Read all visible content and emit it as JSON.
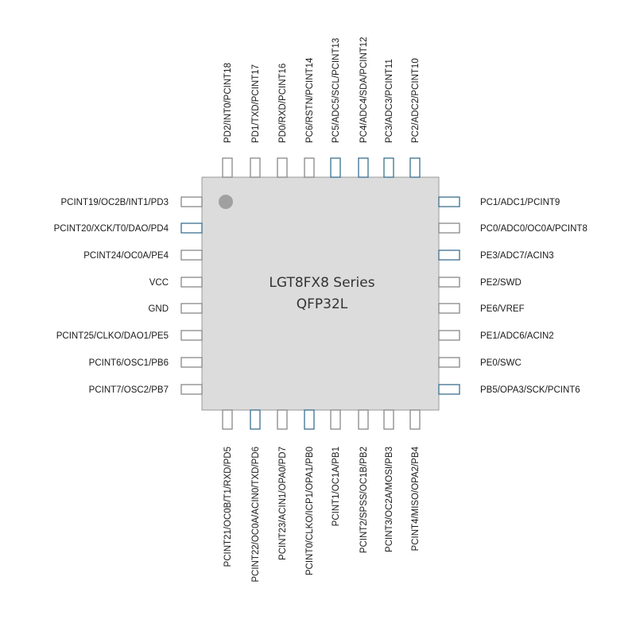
{
  "chip": {
    "title_line1": "LGT8FX8 Series",
    "title_line2": "QFP32L",
    "body_color": "#dcdcdc",
    "dot_color": "#a0a0a0"
  },
  "colors": {
    "pin_default": "#888888",
    "pin_highlight": "#3b6f8e"
  },
  "pins": {
    "top": [
      {
        "label": "PD2/INT0/PCINT18",
        "highlight": false
      },
      {
        "label": "PD1/TXD/PCINT17",
        "highlight": false
      },
      {
        "label": "PD0/RXD/PCINT16",
        "highlight": false
      },
      {
        "label": "PC6/RSTN/PCINT14",
        "highlight": false
      },
      {
        "label": "PC5/ADC5/SCL/PCINT13",
        "highlight": true
      },
      {
        "label": "PC4/ADC4/SDA/PCINT12",
        "highlight": true
      },
      {
        "label": "PC3/ADC3/PCINT11",
        "highlight": true
      },
      {
        "label": "PC2/ADC2/PCINT10",
        "highlight": true
      }
    ],
    "left": [
      {
        "label": "PCINT19/OC2B/INT1/PD3",
        "highlight": false
      },
      {
        "label": "PCINT20/XCK/T0/DAO/PD4",
        "highlight": true
      },
      {
        "label": "PCINT24/OC0A/PE4",
        "highlight": false
      },
      {
        "label": "VCC",
        "highlight": false
      },
      {
        "label": "GND",
        "highlight": false
      },
      {
        "label": "PCINT25/CLKO/DAO1/PE5",
        "highlight": false
      },
      {
        "label": "PCINT6/OSC1/PB6",
        "highlight": false
      },
      {
        "label": "PCINT7/OSC2/PB7",
        "highlight": false
      }
    ],
    "right": [
      {
        "label": "PC1/ADC1/PCINT9",
        "highlight": true
      },
      {
        "label": "PC0/ADC0/OC0A/PCINT8",
        "highlight": false
      },
      {
        "label": "PE3/ADC7/ACIN3",
        "highlight": true
      },
      {
        "label": "PE2/SWD",
        "highlight": false
      },
      {
        "label": "PE6/VREF",
        "highlight": false
      },
      {
        "label": "PE1/ADC6/ACIN2",
        "highlight": false
      },
      {
        "label": "PE0/SWC",
        "highlight": false
      },
      {
        "label": "PB5/OPA3/SCK/PCINT6",
        "highlight": true
      }
    ],
    "bottom": [
      {
        "label": "PCINT21/OC0B/T1/RXD/PD5",
        "highlight": false
      },
      {
        "label": "PCINT22/OC0A/ACIN0/TXD/PD6",
        "highlight": true
      },
      {
        "label": "PCINT23/ACIN1/OPA0/PD7",
        "highlight": false
      },
      {
        "label": "PCINT0/CLKO/ICP1/OPA1/PB0",
        "highlight": true
      },
      {
        "label": "PCINT1/OC1A/PB1",
        "highlight": false
      },
      {
        "label": "PCINT2/SPSS/OC1B/PB2",
        "highlight": false
      },
      {
        "label": "PCINT3/OC2A/MOSI/PB3",
        "highlight": false
      },
      {
        "label": "PCINT4/MISO/OPA2/PB4",
        "highlight": false
      }
    ]
  }
}
